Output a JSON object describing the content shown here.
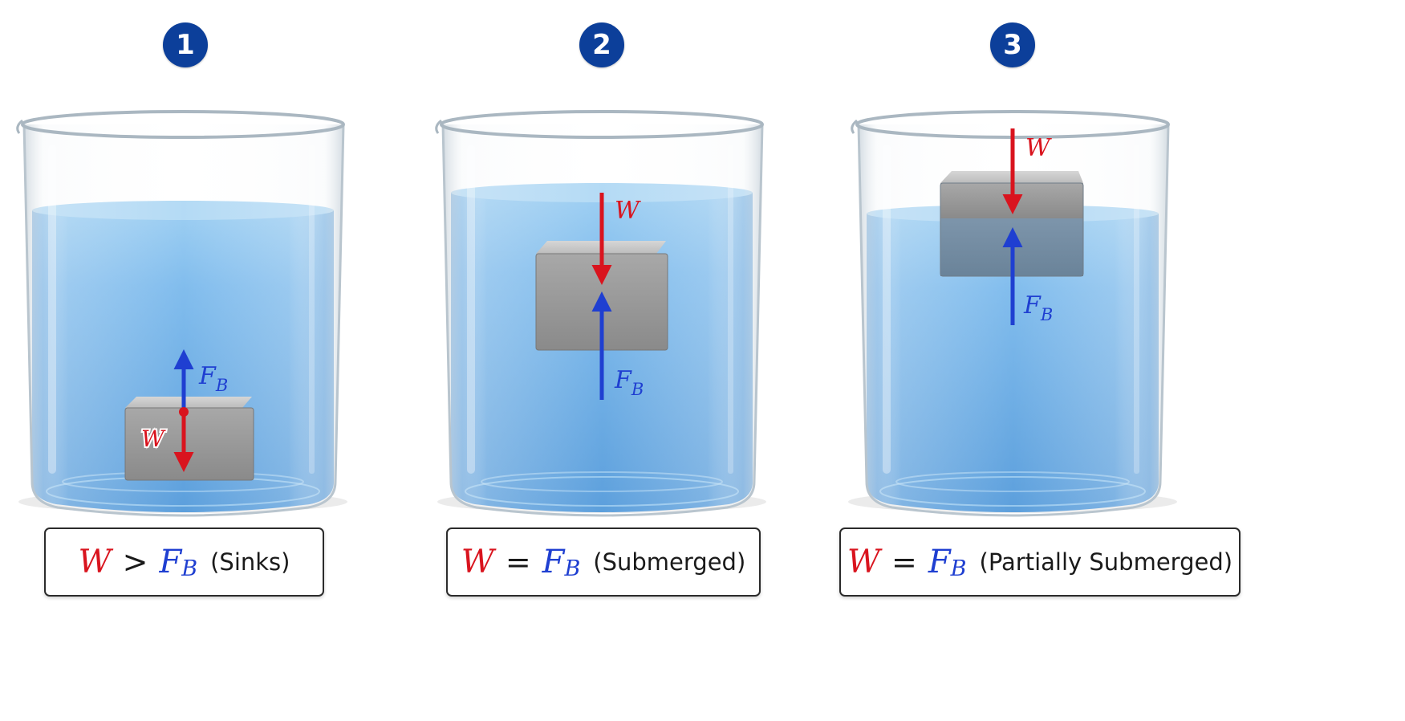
{
  "panels": [
    {
      "badge": "1",
      "force_w": "W",
      "force_f": "F",
      "force_f_sub": "B",
      "caption": {
        "left": "W",
        "op": ">",
        "right": "F",
        "right_sub": "B",
        "note": "(Sinks)"
      }
    },
    {
      "badge": "2",
      "force_w": "W",
      "force_f": "F",
      "force_f_sub": "B",
      "caption": {
        "left": "W",
        "op": "=",
        "right": "F",
        "right_sub": "B",
        "note": "(Submerged)"
      }
    },
    {
      "badge": "3",
      "force_w": "W",
      "force_f": "F",
      "force_f_sub": "B",
      "caption": {
        "left": "W",
        "op": "=",
        "right": "F",
        "right_sub": "B",
        "note": "(Partially Submerged)"
      }
    }
  ],
  "colors": {
    "weight_arrow": "#d9141e",
    "buoyant_arrow": "#1f3fd1",
    "badge_fill": "#0c3f9a",
    "water": "#5aa8e6",
    "block": "#9a9a9a"
  }
}
